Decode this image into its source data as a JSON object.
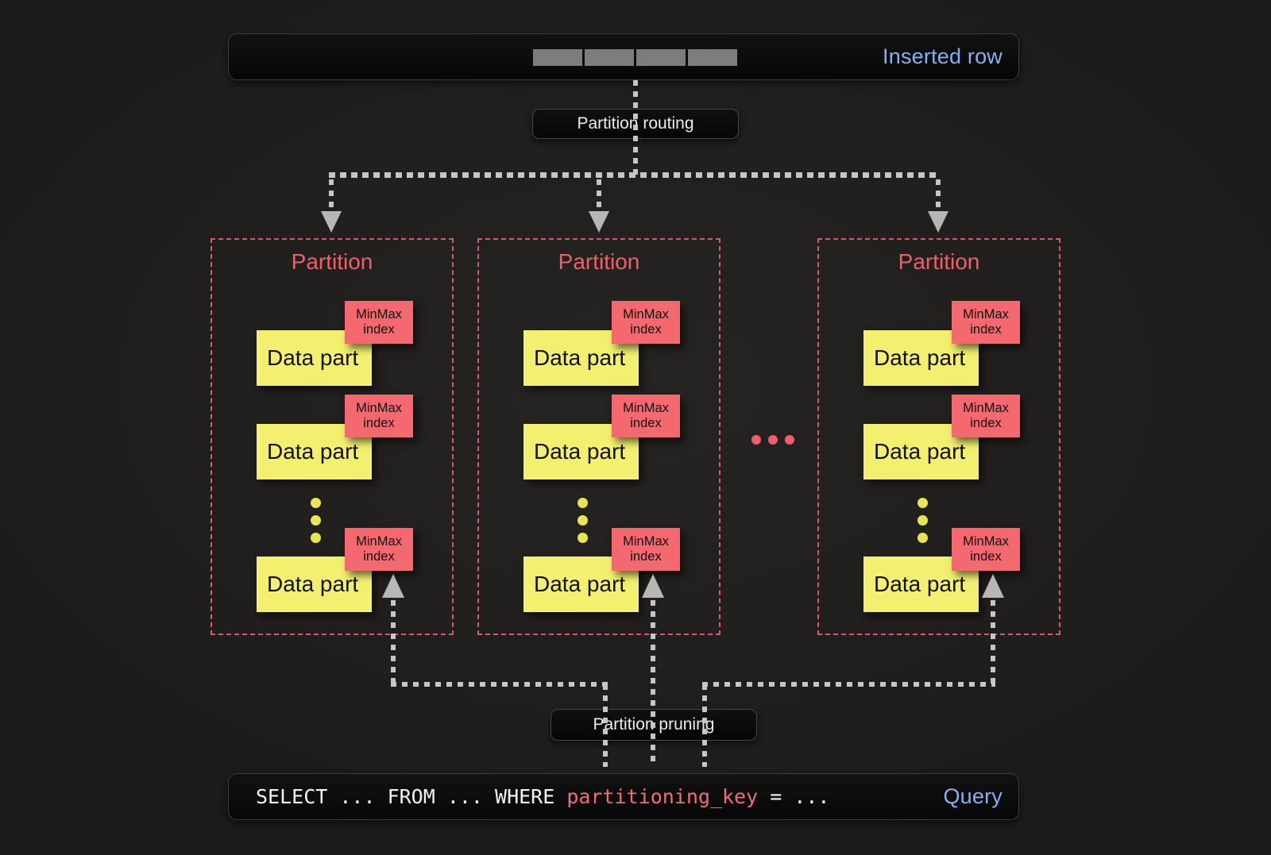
{
  "colors": {
    "background": "#21201e",
    "bar_background": "#0a0a0a",
    "accent_blue": "#86b1f1",
    "partition_border_red": "#dd5863",
    "partition_title_red": "#ef5f6a",
    "minmax_red": "#f4686f",
    "data_part_yellow": "#f2f06e",
    "yellow_dot": "#e7e552",
    "ellipsis_red": "#ef5f6a",
    "line_gray": "#c6c6c6",
    "row_cell_gray": "#7d7d7d",
    "query_key_red": "#ef6d76"
  },
  "inserted_row": {
    "label": "Inserted row",
    "cell_count": 4
  },
  "labels": {
    "routing": "Partition routing",
    "pruning": "Partition pruning"
  },
  "partitions": [
    {
      "title": "Partition",
      "parts": [
        {
          "label": "Data part",
          "index_label": "MinMax index"
        },
        {
          "label": "Data part",
          "index_label": "MinMax index"
        },
        {
          "label": "Data part",
          "index_label": "MinMax index"
        }
      ]
    },
    {
      "title": "Partition",
      "parts": [
        {
          "label": "Data part",
          "index_label": "MinMax index"
        },
        {
          "label": "Data part",
          "index_label": "MinMax index"
        },
        {
          "label": "Data part",
          "index_label": "MinMax index"
        }
      ]
    },
    {
      "title": "Partition",
      "parts": [
        {
          "label": "Data part",
          "index_label": "MinMax index"
        },
        {
          "label": "Data part",
          "index_label": "MinMax index"
        },
        {
          "label": "Data part",
          "index_label": "MinMax index"
        }
      ]
    }
  ],
  "query": {
    "prefix": "SELECT ... FROM ... WHERE ",
    "key": "partitioning_key",
    "suffix": " = ...",
    "label": "Query"
  }
}
